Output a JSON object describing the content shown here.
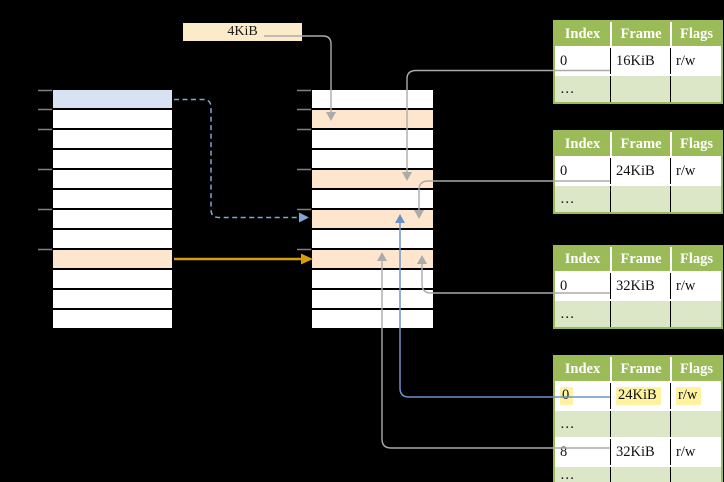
{
  "label_box": {
    "text": "4KiB"
  },
  "colors": {
    "background": "#000000",
    "table_header_bg": "#9BBB59",
    "table_header_text": "#FFFFFF",
    "table_alt_row_bg": "#DCE7C8",
    "table_border": "#9BBB59",
    "memory_row_white": "#FFFFFF",
    "memory_row_orange": "#FDE5CE",
    "memory_row_blue": "#D9E2F3",
    "label_box_bg": "#FCEBC9",
    "highlight_yellow": "#FFF2A0",
    "gray_connector": "#ABABAB",
    "blue_connector": "#6D93C6",
    "blue_dashed_connector": "#82A5D8",
    "orange_connector": "#D79D0F",
    "tick_gray": "#7F7F7F"
  },
  "left_column": {
    "row_count": 12,
    "blue_row_index": 0,
    "orange_row_index": 8
  },
  "middle_column": {
    "row_count": 12,
    "orange_row_indices": [
      1,
      4,
      6,
      8
    ]
  },
  "tables": [
    {
      "header": [
        "Index",
        "Frame",
        "Flags"
      ],
      "rows": [
        {
          "cells": [
            "0",
            "16KiB",
            "r/w"
          ]
        },
        {
          "cells": [
            "…",
            "",
            ""
          ]
        }
      ]
    },
    {
      "header": [
        "Index",
        "Frame",
        "Flags"
      ],
      "rows": [
        {
          "cells": [
            "0",
            "24KiB",
            "r/w"
          ]
        },
        {
          "cells": [
            "…",
            "",
            ""
          ]
        }
      ]
    },
    {
      "header": [
        "Index",
        "Frame",
        "Flags"
      ],
      "rows": [
        {
          "cells": [
            "0",
            "32KiB",
            "r/w"
          ]
        },
        {
          "cells": [
            "…",
            "",
            ""
          ]
        }
      ]
    },
    {
      "header": [
        "Index",
        "Frame",
        "Flags"
      ],
      "rows": [
        {
          "cells": [
            "0",
            "24KiB",
            "r/w"
          ],
          "highlighted": true
        },
        {
          "cells": [
            "…",
            "",
            ""
          ]
        },
        {
          "cells": [
            "8",
            "32KiB",
            "r/w"
          ]
        },
        {
          "cells": [
            "…",
            "",
            ""
          ]
        }
      ]
    }
  ]
}
